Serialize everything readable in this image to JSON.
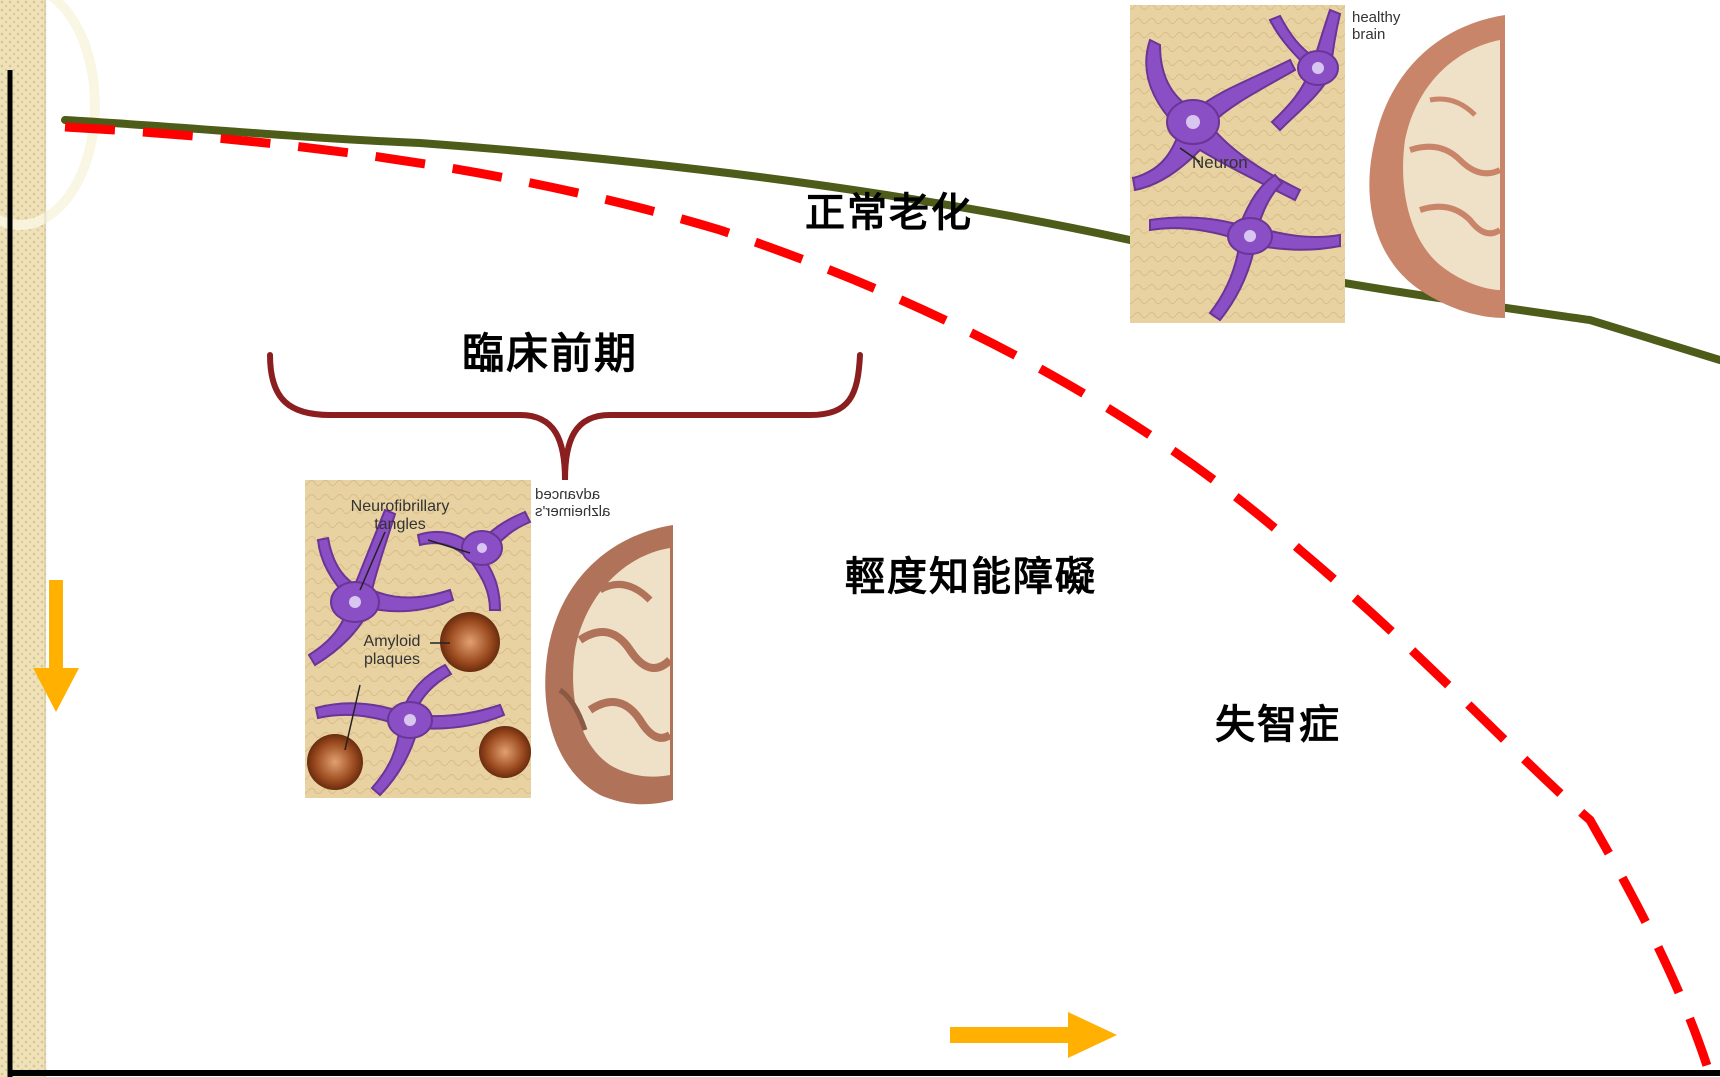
{
  "labels": {
    "normal_aging": "正常老化",
    "preclinical": "臨床前期",
    "mci": "輕度知能障礙",
    "dementia": "失智症"
  },
  "images": {
    "healthy": {
      "neuron_label": "Neuron",
      "brain_label": "healthy brain"
    },
    "alzheimers": {
      "tangles_label": "Neurofibrillary tangles",
      "plaques_label": "Amyloid plaques",
      "brain_label": "advanced alzheimer's"
    }
  },
  "colors": {
    "normal_line": "#4d5c18",
    "decline_line": "#ff0000",
    "brace": "#8b1f1f",
    "arrow": "#ffb000",
    "axis": "#000000",
    "neuron": "#8a4fc4",
    "tissue": "#e8cf98",
    "brain": "#c9856a"
  }
}
